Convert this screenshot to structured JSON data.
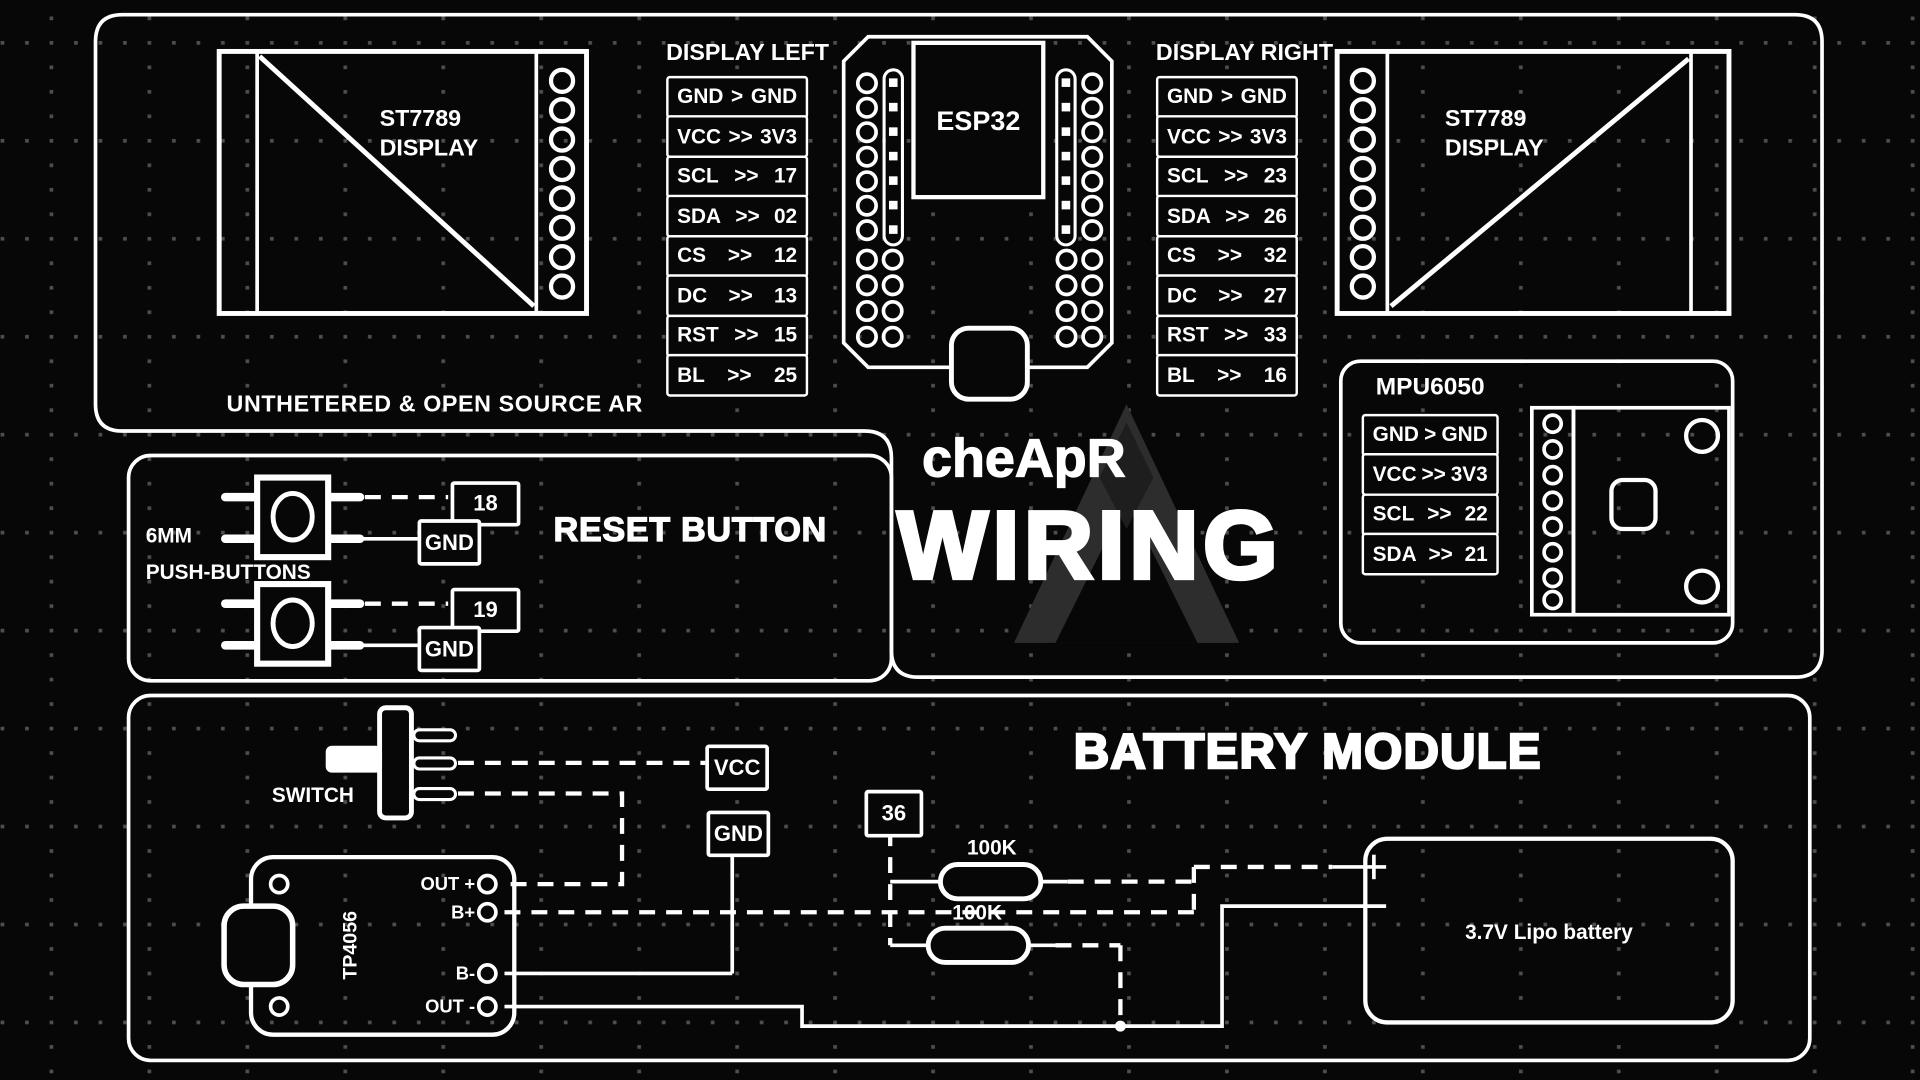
{
  "meta": {
    "background": "#070707",
    "line_color": "#ffffff",
    "grid_dot_color": "#4e4e4e",
    "watermark_color": "#2d2d2d"
  },
  "branding": {
    "tagline": "UNTHETERED & OPEN SOURCE AR",
    "brand": "cheApR",
    "title": "WIRING"
  },
  "boards": {
    "display_left_board": {
      "name_line1": "ST7789",
      "name_line2": "DISPLAY"
    },
    "display_right_board": {
      "name_line1": "ST7789",
      "name_line2": "DISPLAY"
    },
    "esp32": {
      "label": "ESP32"
    }
  },
  "pin_tables": {
    "display_left": {
      "title": "DISPLAY LEFT",
      "rows": [
        {
          "pin": "GND",
          "arrow": ">",
          "target": "GND"
        },
        {
          "pin": "VCC",
          "arrow": ">>",
          "target": "3V3"
        },
        {
          "pin": "SCL",
          "arrow": ">>",
          "target": "17"
        },
        {
          "pin": "SDA",
          "arrow": ">>",
          "target": "02"
        },
        {
          "pin": "CS",
          "arrow": ">>",
          "target": "12"
        },
        {
          "pin": "DC",
          "arrow": ">>",
          "target": "13"
        },
        {
          "pin": "RST",
          "arrow": ">>",
          "target": "15"
        },
        {
          "pin": "BL",
          "arrow": ">>",
          "target": "25"
        }
      ]
    },
    "display_right": {
      "title": "DISPLAY RIGHT",
      "rows": [
        {
          "pin": "GND",
          "arrow": ">",
          "target": "GND"
        },
        {
          "pin": "VCC",
          "arrow": ">>",
          "target": "3V3"
        },
        {
          "pin": "SCL",
          "arrow": ">>",
          "target": "23"
        },
        {
          "pin": "SDA",
          "arrow": ">>",
          "target": "26"
        },
        {
          "pin": "CS",
          "arrow": ">>",
          "target": "32"
        },
        {
          "pin": "DC",
          "arrow": ">>",
          "target": "27"
        },
        {
          "pin": "RST",
          "arrow": ">>",
          "target": "33"
        },
        {
          "pin": "BL",
          "arrow": ">>",
          "target": "16"
        }
      ]
    },
    "mpu6050": {
      "title": "MPU6050",
      "rows": [
        {
          "pin": "GND",
          "arrow": ">",
          "target": "GND"
        },
        {
          "pin": "VCC",
          "arrow": ">>",
          "target": "3V3"
        },
        {
          "pin": "SCL",
          "arrow": ">>",
          "target": "22"
        },
        {
          "pin": "SDA",
          "arrow": ">>",
          "target": "21"
        }
      ]
    }
  },
  "reset_section": {
    "title": "RESET BUTTON",
    "buttons_label_line1": "6MM",
    "buttons_label_line2": "PUSH-BUTTONS",
    "button1_pin": "18",
    "button1_gnd": "GND",
    "button2_pin": "19",
    "button2_gnd": "GND"
  },
  "battery_section": {
    "title": "BATTERY MODULE",
    "switch_label": "SWITCH",
    "vcc_label": "VCC",
    "gnd_label": "GND",
    "adc_pin": "36",
    "resistor1": "100K",
    "resistor2": "100K",
    "tp4056": {
      "label": "TP4056",
      "pin_out_plus": "OUT +",
      "pin_b_plus": "B+",
      "pin_b_minus": "B-",
      "pin_out_minus": "OUT -"
    },
    "battery_label": "3.7V Lipo battery"
  }
}
